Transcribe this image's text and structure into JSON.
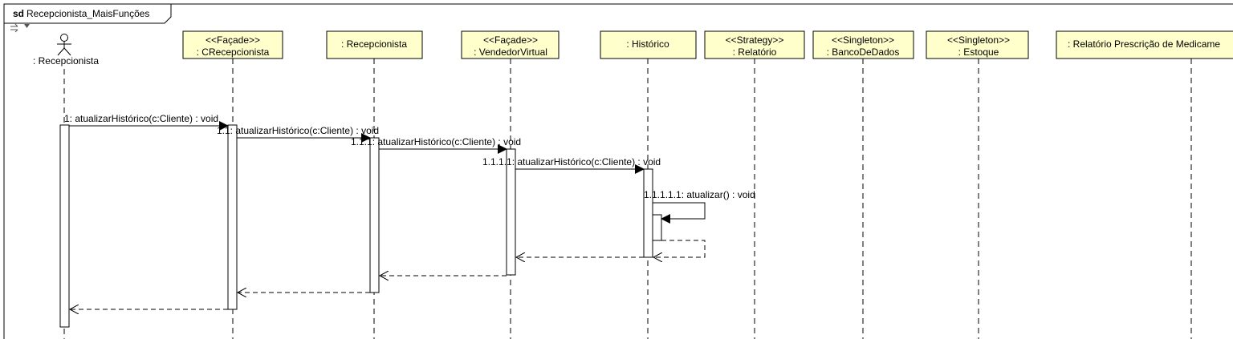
{
  "diagram": {
    "frame_keyword": "sd",
    "frame_name": "Recepcionista_MaisFunções",
    "frame_icon": "sequence-frame-icon"
  },
  "actor": {
    "label": ": Recepcionista",
    "icon": "stick-figure-actor-icon"
  },
  "lifelines": [
    {
      "stereotype": "<<Façade>>",
      "name": ": CRecepcionista"
    },
    {
      "stereotype": "",
      "name": ": Recepcionista"
    },
    {
      "stereotype": "<<Façade>>",
      "name": ": VendedorVirtual"
    },
    {
      "stereotype": "",
      "name": ": Histórico"
    },
    {
      "stereotype": "<<Strategy>>",
      "name": ": Relatório"
    },
    {
      "stereotype": "<<Singleton>>",
      "name": ": BancoDeDados"
    },
    {
      "stereotype": "<<Singleton>>",
      "name": ": Estoque"
    },
    {
      "stereotype": "",
      "name": ": Relatório Prescrição de Medicame"
    }
  ],
  "messages": [
    {
      "label": "1: atualizarHistórico(c:Cliente) : void"
    },
    {
      "label": "1.1: atualizarHistórico(c:Cliente) : void"
    },
    {
      "label": "1.1.1: atualizarHistórico(c:Cliente) : void"
    },
    {
      "label": "1.1.1.1: atualizarHistórico(c:Cliente) : void"
    },
    {
      "label": "1.1.1.1.1: atualizar() : void"
    }
  ],
  "colors": {
    "lifeline_box_fill": "#ffffcc",
    "line": "#000000",
    "background": "#ffffff"
  }
}
